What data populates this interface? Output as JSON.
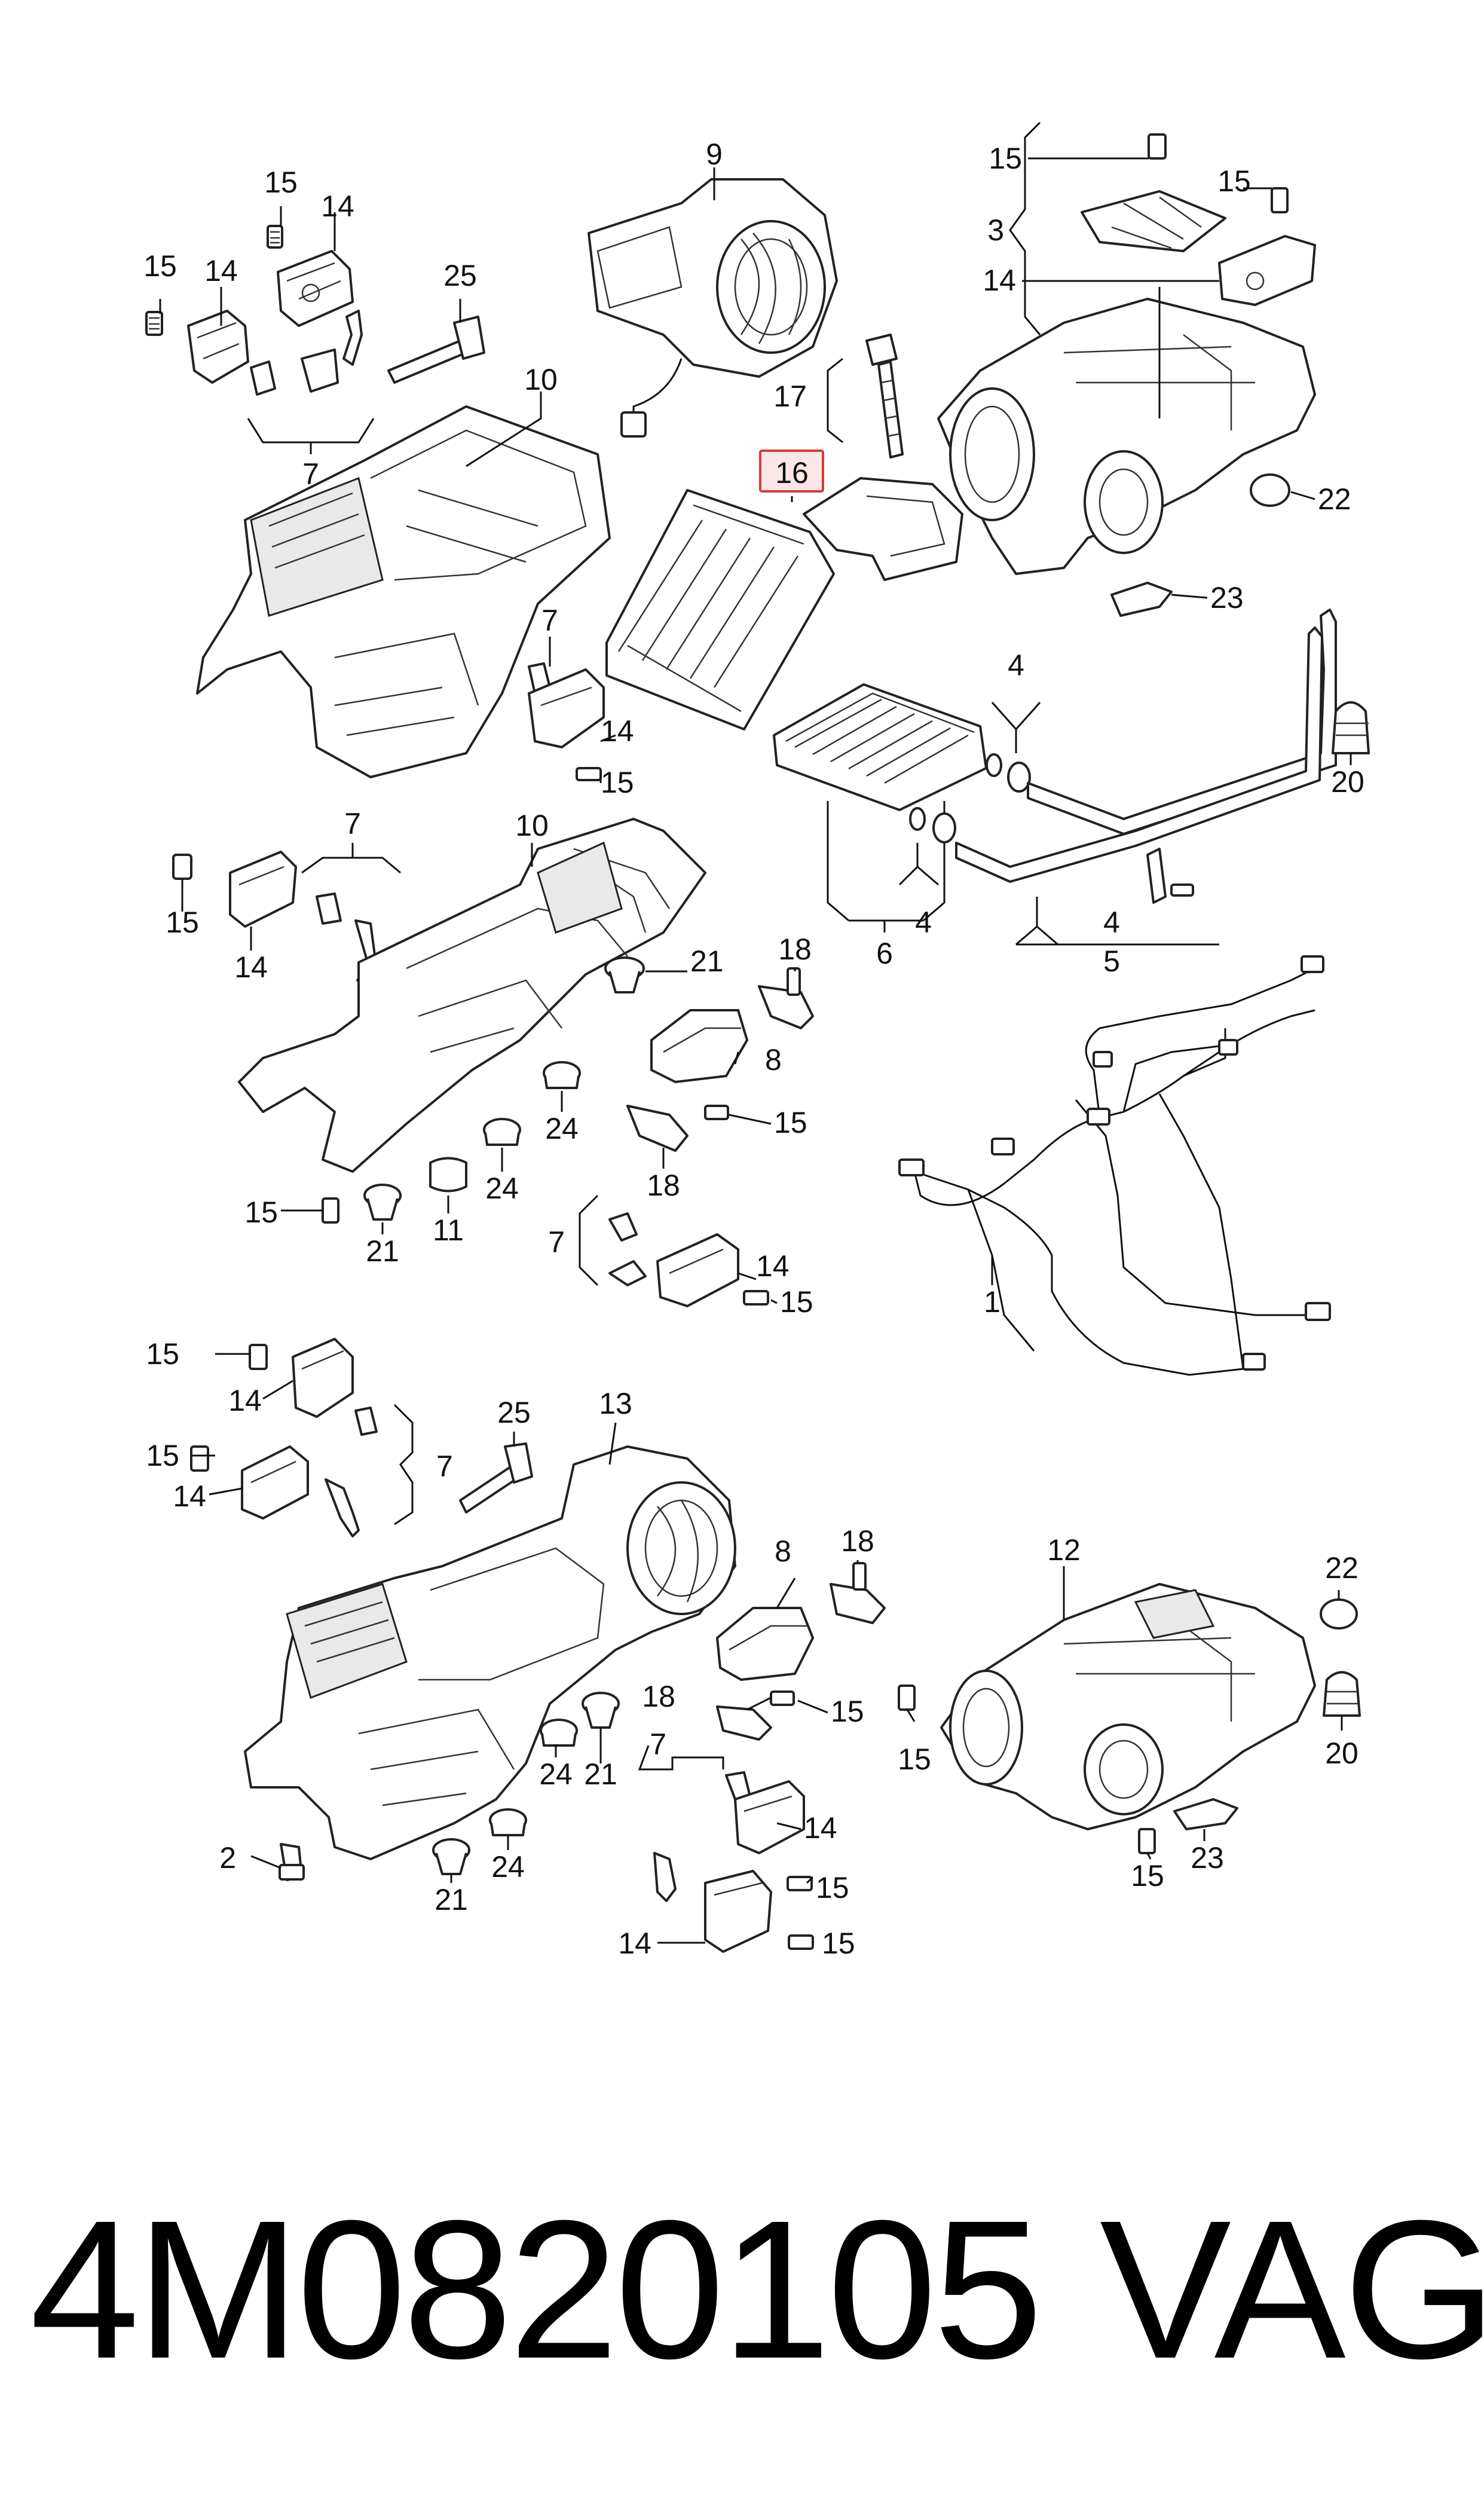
{
  "footer": {
    "part_number": "4M0820105",
    "brand": "VAG"
  },
  "highlight": {
    "part": "16",
    "color": "#d43c3c"
  },
  "callouts": {
    "c15a": "15",
    "c14a": "14",
    "c15b": "15",
    "c14b": "14",
    "c25a": "25",
    "c10a": "10",
    "c7a": "7",
    "c9": "9",
    "c16": "16",
    "c17": "17",
    "c15c": "15",
    "c3": "3",
    "c15d": "15",
    "c14c": "14",
    "c22a": "22",
    "c23a": "23",
    "c7b": "7",
    "c14d": "14",
    "c15e": "15",
    "c4a": "4",
    "c20a": "20",
    "c7c": "7",
    "c10b": "10",
    "c15f": "15",
    "c14e": "14",
    "c4b": "4",
    "c4c": "4",
    "c6": "6",
    "c5": "5",
    "c21a": "21",
    "c18a": "18",
    "c8a": "8",
    "c15g": "15",
    "c24a": "24",
    "c18b": "18",
    "c24b": "24",
    "c15h": "15",
    "c21b": "21",
    "c11": "11",
    "c7d": "7",
    "c14f": "14",
    "c15i": "15",
    "c1": "1",
    "c15j": "15",
    "c14g": "14",
    "c25b": "25",
    "c13": "13",
    "c15k": "15",
    "c7e": "7",
    "c14h": "14",
    "c8b": "8",
    "c18c": "18",
    "c12": "12",
    "c22b": "22",
    "c18d": "18",
    "c15l": "15",
    "c15m": "15",
    "c20b": "20",
    "c24c": "24",
    "c21c": "21",
    "c7f": "7",
    "c14i": "14",
    "c2": "2",
    "c15n": "15",
    "c24d": "24",
    "c14j": "14",
    "c15o": "15",
    "c21d": "21",
    "c15p": "15",
    "c23b": "23"
  }
}
